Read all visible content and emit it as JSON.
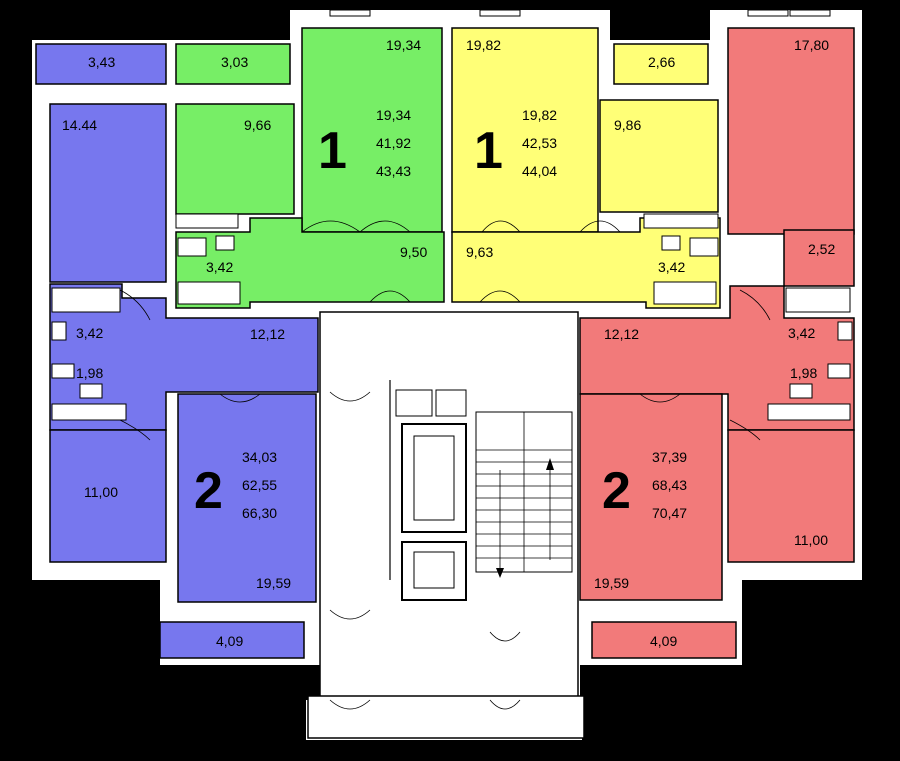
{
  "colors": {
    "background": "#000000",
    "walls": "#ffffff",
    "apartment_1_green": "#77ee66",
    "apartment_1_yellow": "#ffff77",
    "apartment_2_blue": "#7777ee",
    "apartment_2_red": "#f27a7a",
    "common_area": "#ffffff"
  },
  "apartments": [
    {
      "id": "green",
      "rooms_label": "1",
      "areas": [
        "19,34",
        "41,92",
        "43,43"
      ],
      "room_areas": {
        "balcony_top": "3,03",
        "bedroom_top": "19,34",
        "kitchen": "9,66",
        "bathroom": "3,42",
        "hall": "9,50"
      }
    },
    {
      "id": "yellow",
      "rooms_label": "1",
      "areas": [
        "19,82",
        "42,53",
        "44,04"
      ],
      "room_areas": {
        "balcony_top": "2,66",
        "bedroom_top": "19,82",
        "kitchen": "9,86",
        "bathroom": "3,42",
        "hall": "9,63"
      }
    },
    {
      "id": "blue",
      "rooms_label": "2",
      "areas": [
        "34,03",
        "62,55",
        "66,30"
      ],
      "room_areas": {
        "balcony_top": "3,43",
        "kitchen": "14.44",
        "hall": "12,12",
        "bathroom": "3,42",
        "toilet": "1,98",
        "bedroom_small": "11,00",
        "living": "19,59",
        "balcony_bottom": "4,09"
      }
    },
    {
      "id": "red",
      "rooms_label": "2",
      "areas": [
        "37,39",
        "68,43",
        "70,47"
      ],
      "room_areas": {
        "living_top": "17,80",
        "closet": "2,52",
        "hall": "12,12",
        "bathroom": "3,42",
        "toilet": "1,98",
        "bedroom": "11,00",
        "living": "19,59",
        "balcony_bottom": "4,09"
      }
    }
  ]
}
